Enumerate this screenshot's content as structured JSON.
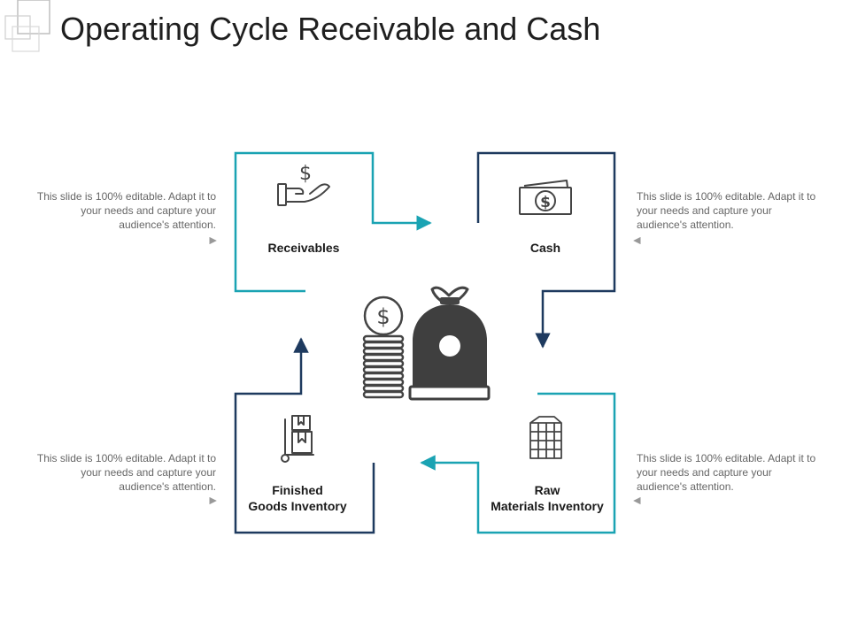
{
  "page": {
    "title": "Operating Cycle Receivable and Cash"
  },
  "colors": {
    "teal": "#1aa3b3",
    "navy": "#1e3a5f",
    "icon": "#444444",
    "text_gray": "#666666"
  },
  "stages": {
    "receivables": {
      "label": "Receivables",
      "icon": "hand-dollar-icon",
      "accent": "teal"
    },
    "cash": {
      "label": "Cash",
      "icon": "banknote-icon",
      "accent": "navy"
    },
    "raw_materials": {
      "line1": "Raw",
      "line2": "Materials Inventory",
      "icon": "building-icon",
      "accent": "teal"
    },
    "finished_goods": {
      "line1": "Finished",
      "line2": "Goods Inventory",
      "icon": "hand-truck-icon",
      "accent": "navy"
    }
  },
  "center": {
    "icon": "coins-and-money-bag-icon"
  },
  "notes": {
    "top_left": "This slide is 100% editable. Adapt it to your needs and capture your audience's attention.",
    "top_right": "This slide is 100% editable. Adapt it to your needs and capture your audience's attention.",
    "bottom_left": "This slide is 100% editable. Adapt it to your needs and capture your audience's attention.",
    "bottom_right": "This slide is 100% editable. Adapt it to your needs and capture your audience's attention."
  }
}
